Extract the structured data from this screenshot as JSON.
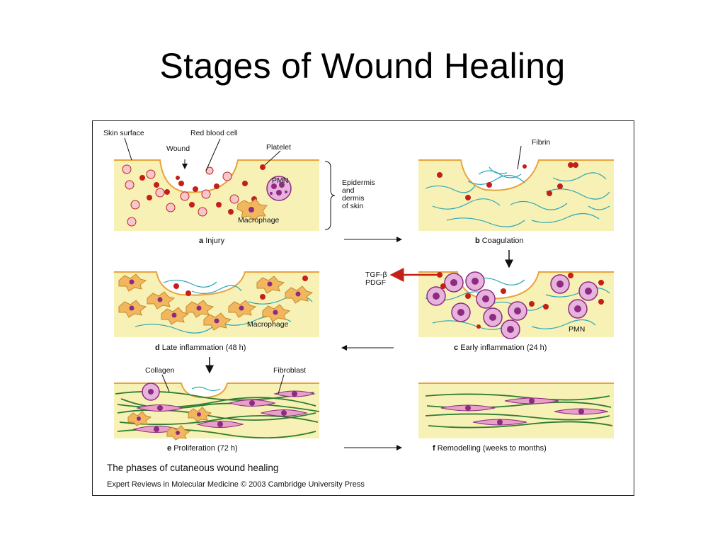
{
  "slide": {
    "title": "Stages of Wound Healing"
  },
  "labels": {
    "skin_surface": "Skin surface",
    "red_blood_cell": "Red blood cell",
    "wound": "Wound",
    "platelet": "Platelet",
    "pmn": "PMN",
    "macrophage": "Macrophage",
    "epidermis": [
      "Epidermis",
      "and",
      "dermis",
      "of skin"
    ],
    "fibrin": "Fibrin",
    "tgf": "TGF-β",
    "pdgf": "PDGF",
    "macrophage_d": "Macrophage",
    "pmn_c": "PMN",
    "collagen": "Collagen",
    "fibroblast": "Fibroblast"
  },
  "panels": [
    {
      "letter": "a",
      "caption": "Injury"
    },
    {
      "letter": "b",
      "caption": "Coagulation"
    },
    {
      "letter": "c",
      "caption": "Early inflammation (24 h)"
    },
    {
      "letter": "d",
      "caption": "Late inflammation (48 h)"
    },
    {
      "letter": "e",
      "caption": "Proliferation (72 h)"
    },
    {
      "letter": "f",
      "caption": "Remodelling (weeks to months)"
    }
  ],
  "footer": {
    "title": "The phases of cutaneous wound healing",
    "credit": "Expert Reviews in Molecular Medicine © 2003 Cambridge University Press"
  },
  "colors": {
    "tissue": "#f7f1b6",
    "surface": "#e8a33c",
    "rbc": "#c4201a",
    "pink_cell": "#f5c8cf",
    "fibrin": "#2aa7b5",
    "pmn": "#8e2a82",
    "macrophage": "#f2b75e",
    "collagen": "#2e7d32",
    "fibroblast": "#e7a0c6"
  }
}
